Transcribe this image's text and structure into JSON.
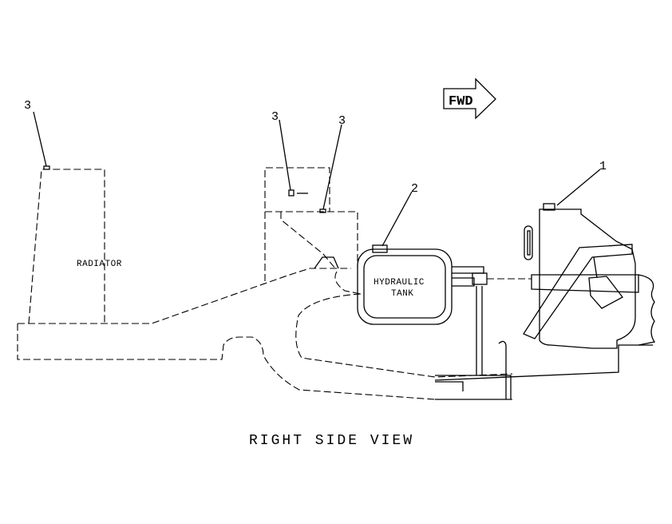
{
  "diagram": {
    "fwd_label": "FWD",
    "radiator_label": "RADIATOR",
    "tank_label_line1": "HYDRAULIC",
    "tank_label_line2": "TANK",
    "view_title": "RIGHT SIDE VIEW",
    "callouts": {
      "c1": "1",
      "c2": "2",
      "c3_left": "3",
      "c3_mid": "3",
      "c3_right": "3"
    }
  }
}
